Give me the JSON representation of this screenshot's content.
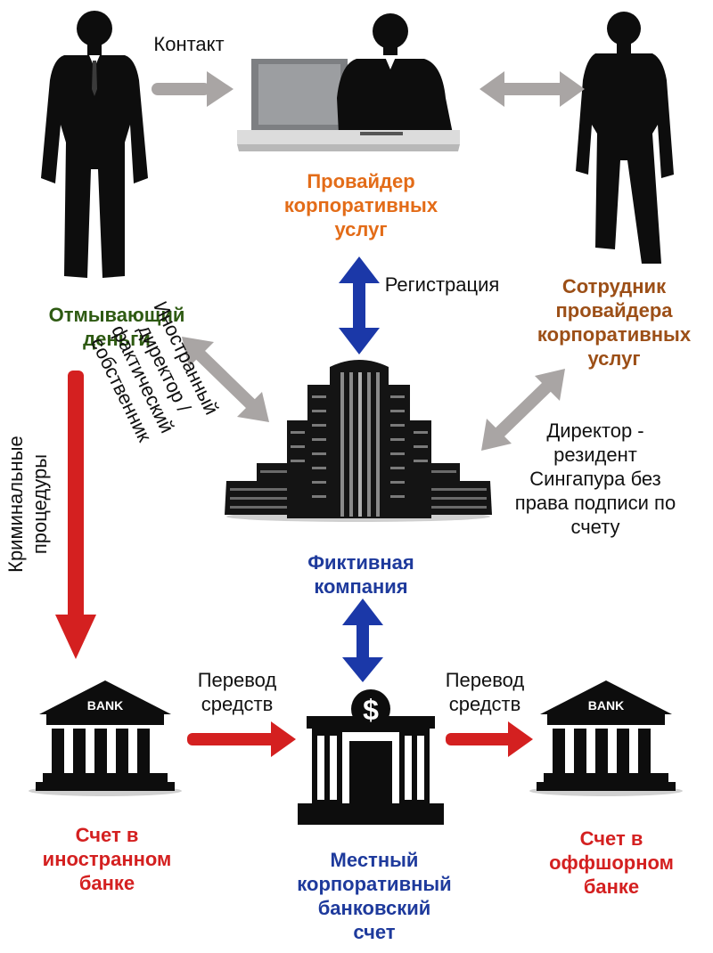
{
  "colors": {
    "red_arrow": "#d42020",
    "blue_arrow": "#1b38a8",
    "gray_arrow": "#a9a5a4",
    "orange_text": "#e36c18",
    "brown_text": "#9c4f17",
    "green_text": "#2e5a12",
    "blue_text": "#1e3a9c",
    "red_text": "#d42020"
  },
  "icons": {
    "launderer": "person-silhouette-icon",
    "provider": "person-at-computer-icon",
    "employee": "person-silhouette-icon",
    "shell_company": "office-building-icon",
    "foreign_bank": "bank-building-icon",
    "local_bank": "bank-dollar-icon",
    "offshore_bank": "bank-building-icon"
  },
  "labels": {
    "contact": "Контакт",
    "registration": "Регистрация",
    "provider": "Провайдер\nкорпоративных\nуслуг",
    "employee": "Сотрудник\nпровайдера\nкорпоративных\nуслуг",
    "launderer": "Отмывающий\nденьги",
    "foreign_director": "Иностранный\nдиректор /\nфактический\nсобственник",
    "resident_director": "Директор -\nрезидент\nСингапура без\nправа подписи по\nсчету",
    "criminal": "Криминальные\nпроцедуры",
    "shell_company": "Фиктивная\nкомпания",
    "transfer_left": "Перевод\nсредств",
    "transfer_right": "Перевод\nсредств",
    "foreign_account": "Счет в\nиностранном\nбанке",
    "local_account": "Местный\nкорпоративный\nбанковский\nсчет",
    "offshore_account": "Счет в\nоффшорном\nбанке",
    "bank_sign_left": "BANK",
    "bank_sign_right": "BANK",
    "dollar_sign": "$"
  }
}
